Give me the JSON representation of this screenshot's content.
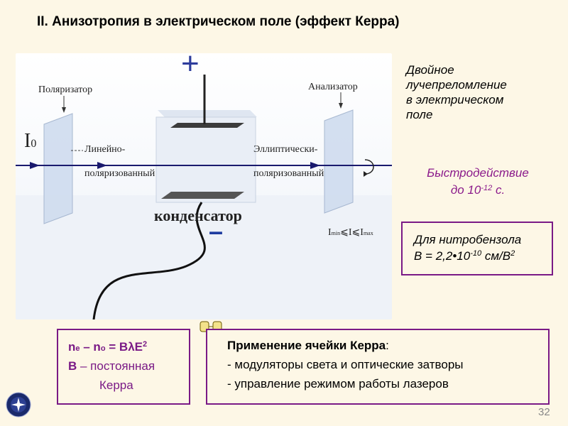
{
  "slide": {
    "title": "II. Анизотропия в электрическом поле (эффект Керра)",
    "page_number": "32"
  },
  "diagram": {
    "plus_sign": "+",
    "minus_sign": "–",
    "polarizer_label": "Поляризатор",
    "analyzer_label": "Анализатор",
    "intensity_label": "I",
    "intensity_sub": "0",
    "linear_label_1": "Линейно-",
    "linear_label_2": "поляризованный",
    "elliptic_label_1": "Эллиптически-",
    "elliptic_label_2": "поляризованный",
    "capacitor_label": "конденсатор",
    "range_i_min": "I",
    "range_min_sub": "min",
    "range_leq": "⩽",
    "range_i": "I",
    "range_i_max": "I",
    "range_max_sub": "max"
  },
  "side": {
    "line1": "Двойное",
    "line2": "лучепреломление",
    "line3": "в электрическом",
    "line4": "поле"
  },
  "speed": {
    "line1": "Быстродействие",
    "line2_prefix": "до 10",
    "line2_exp": "-12",
    "line2_suffix": " с."
  },
  "nitro": {
    "line1": "Для нитробензола",
    "b_prefix": "B = 2,2•10",
    "b_exp": "-10",
    "b_unit": " см/В",
    "b_unit_exp": "2"
  },
  "formula": {
    "n": "n",
    "e": "e",
    "dash": " – n",
    "o": "o",
    "eq": " = BλE",
    "sq": "2",
    "b_line": "B",
    "b_rest": " – постоянная",
    "kerr": "Керра"
  },
  "apps": {
    "title": "Применение ячейки Керра",
    "colon": ":",
    "item1": "- модуляторы света и оптические затворы",
    "item2": "- управление режимом работы лазеров"
  },
  "colors": {
    "accent": "#7a1a86",
    "speed_text": "#8b1a8b",
    "beam": "#1a1a6e"
  }
}
